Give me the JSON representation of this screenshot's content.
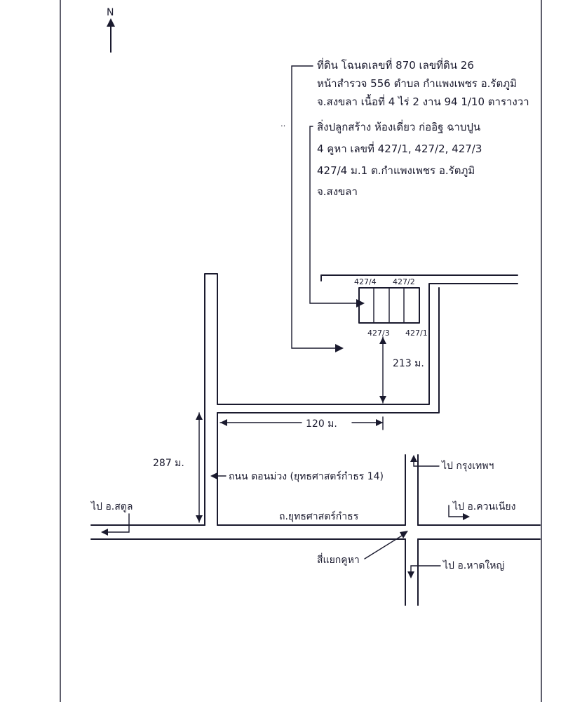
{
  "north": {
    "label": "N"
  },
  "note": {
    "lines": [
      "ที่ดิน โฉนดเลขที่ 870 เลขที่ดิน 26",
      "หน้าสำรวจ 556 ตำบล กำแพงเพชร อ.รัตภูมิ",
      "จ.สงขลา เนื้อที่ 4 ไร่ 2 งาน 94 1/10 ตารางวา",
      "สิ่งปลูกสร้าง ห้องเดี่ยว ก่ออิฐ ฉาบปูน",
      "4 คูหา เลขที่ 427/1, 427/2, 427/3",
      "427/4 ม.1 ต.กำแพงเพชร อ.รัตภูมิ",
      "จ.สงขลา"
    ]
  },
  "units": {
    "u4": "427/4",
    "u2": "427/2",
    "u3": "427/3",
    "u1": "427/1"
  },
  "dimensions": {
    "depth": "213 ม.",
    "width": "120 ม.",
    "side": "287 ม."
  },
  "roads": {
    "local_road": "ถนน ดอนม่วง (ยุทธศาสตร์กำธร 14)",
    "main_road": "ถ.ยุทธศาสตร์กำธร",
    "intersection": "สี่แยกคูหา",
    "to_satun": "ไป อ.สตูล",
    "to_bangkok": "ไป กรุงเทพฯ",
    "to_khuan_niang": "ไป อ.ควนเนียง",
    "to_hat_yai": "ไป อ.หาดใหญ่"
  }
}
